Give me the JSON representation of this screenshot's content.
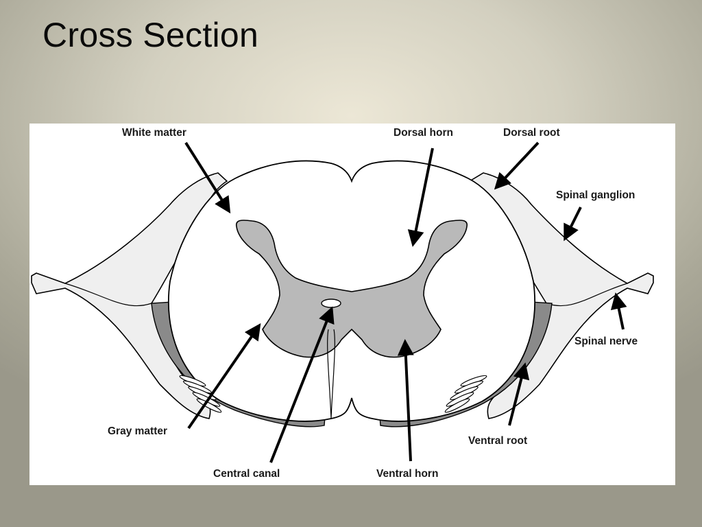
{
  "slide": {
    "title": "Cross Section"
  },
  "diagram": {
    "labels": {
      "white_matter": "White matter",
      "dorsal_horn": "Dorsal horn",
      "dorsal_root": "Dorsal root",
      "spinal_ganglion": "Spinal ganglion",
      "spinal_nerve": "Spinal nerve",
      "ventral_root": "Ventral root",
      "ventral_horn": "Ventral horn",
      "central_canal": "Central canal",
      "gray_matter": "Gray matter"
    },
    "colors": {
      "gray_matter_fill": "#b9b9b9",
      "ventral_white_fill": "#8a8a8a",
      "root_fill": "#efefef",
      "outline": "#000000"
    }
  }
}
